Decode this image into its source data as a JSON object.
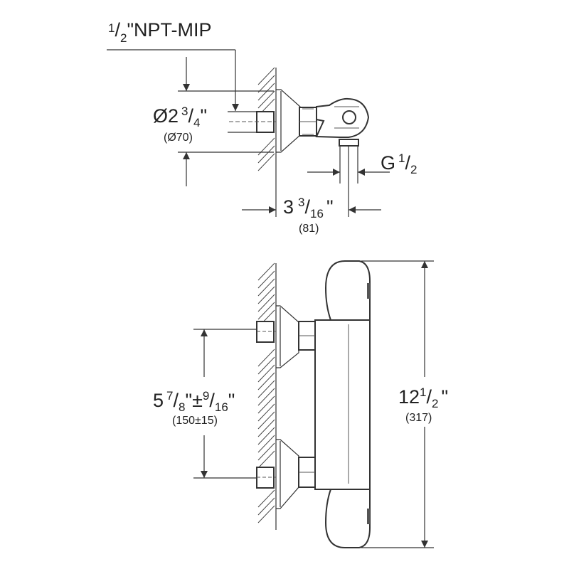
{
  "top_view": {
    "thread_label": {
      "num": "1",
      "den": "2",
      "rest": "\"NPT-MIP"
    },
    "diameter": {
      "prefix": "Ø2",
      "num": "3",
      "den": "4",
      "suffix": "\"",
      "metric": "(Ø70)"
    },
    "outlet": {
      "prefix": "G",
      "num": "1",
      "den": "2"
    },
    "projection": {
      "whole": "3",
      "num": "3",
      "den": "16",
      "suffix": "\"",
      "metric": "(81)"
    }
  },
  "side_view": {
    "spacing": {
      "whole": "5",
      "num": "7",
      "den": "8",
      "mid": "\"±",
      "num2": "9",
      "den2": "16",
      "suffix": "\"",
      "metric": "(150±15)"
    },
    "height": {
      "whole": "12",
      "num": "1",
      "den": "2",
      "suffix": "\"",
      "metric": "(317)"
    }
  }
}
